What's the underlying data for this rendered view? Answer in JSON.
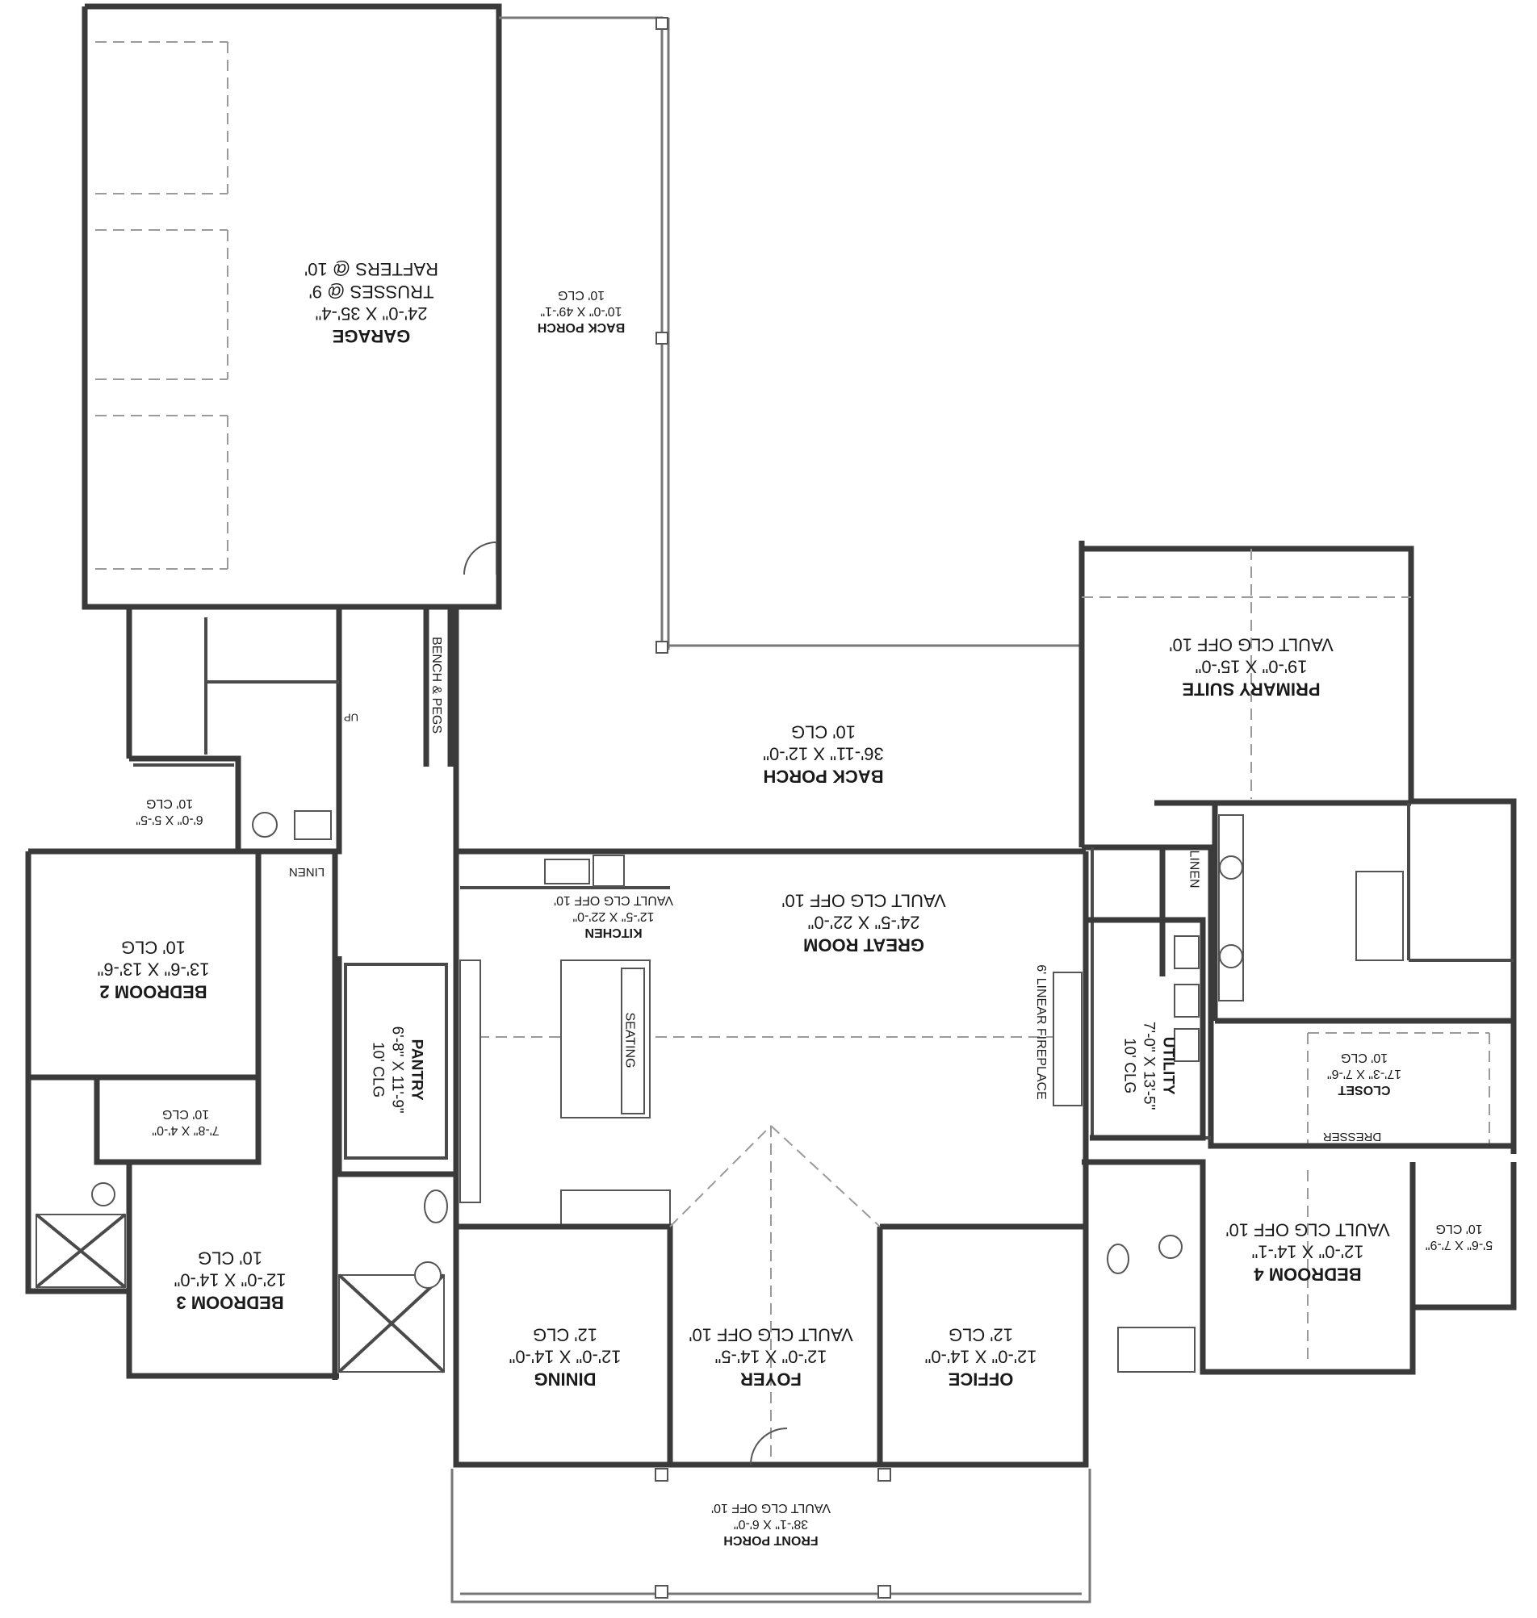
{
  "rooms": {
    "garage": {
      "name": "GARAGE",
      "lines": [
        "24'-0\" X 35'-4\"",
        "TRUSSES @ 9'",
        "RAFTERS @ 10'"
      ]
    },
    "back_porch_upper": {
      "name": "BACK PORCH",
      "lines": [
        "10'-0\" X 49'-1\"",
        "10' CLG"
      ]
    },
    "primary_suite": {
      "name": "PRIMARY SUITE",
      "lines": [
        "19'-0\" X 15'-0\"",
        "VAULT CLG OFF 10'"
      ]
    },
    "back_porch_lower": {
      "name": "BACK PORCH",
      "lines": [
        "36'-11\" X 12'-0\"",
        "10' CLG"
      ]
    },
    "great_room": {
      "name": "GREAT ROOM",
      "lines": [
        "24'-5\" X 22'-0\"",
        "VAULT CLG OFF 10'"
      ]
    },
    "kitchen": {
      "name": "KITCHEN",
      "lines": [
        "12'-5\" X 22'-0\"",
        "VAULT CLG OFF 10'"
      ]
    },
    "bedroom2": {
      "name": "BEDROOM 2",
      "lines": [
        "13'-6\" X 13'-6\"",
        "10' CLG"
      ]
    },
    "bath2": {
      "lines": [
        "6'-0\" X 5'-5\"",
        "10' CLG"
      ]
    },
    "bath3": {
      "lines": [
        "7'-8\" X 4'-0\"",
        "10' CLG"
      ]
    },
    "bedroom3": {
      "name": "BEDROOM 3",
      "lines": [
        "12'-0\" X 14'-0\"",
        "10' CLG"
      ]
    },
    "dining": {
      "name": "DINING",
      "lines": [
        "12'-0\" X 14'-0\"",
        "12' CLG"
      ]
    },
    "foyer": {
      "name": "FOYER",
      "lines": [
        "12'-0\" X 14'-5\"",
        "VAULT CLG OFF 10'"
      ]
    },
    "office": {
      "name": "OFFICE",
      "lines": [
        "12'-0\" X 14'-0\"",
        "12' CLG"
      ]
    },
    "front_porch": {
      "name": "FRONT PORCH",
      "lines": [
        "38'-1\" X 6'-0\"",
        "VAULT CLG OFF 10'"
      ]
    },
    "closet": {
      "name": "CLOSET",
      "lines": [
        "17'-3\" X 7'-6\"",
        "10' CLG"
      ]
    },
    "bedroom4": {
      "name": "BEDROOM 4",
      "lines": [
        "12'-0\" X 14'-1\"",
        "VAULT CLG OFF 10'"
      ]
    },
    "bath4": {
      "lines": [
        "5'-6\" X 7'-9\"",
        "10' CLG"
      ]
    },
    "pantry": {
      "name": "PANTRY",
      "lines": [
        "6'-8\" X 11'-9\"",
        "10' CLG"
      ]
    },
    "utility": {
      "name": "UTILITY",
      "lines": [
        "7'-0\" X 13'-5\"",
        "10' CLG"
      ]
    }
  },
  "annotations": {
    "bench": "BENCH & PEGS",
    "linen_hall": "LINEN",
    "linen_suite": "LINEN",
    "fireplace": "6' LINEAR FIREPLACE",
    "seating": "SEATING",
    "dresser": "DRESSER",
    "up": "UP"
  }
}
